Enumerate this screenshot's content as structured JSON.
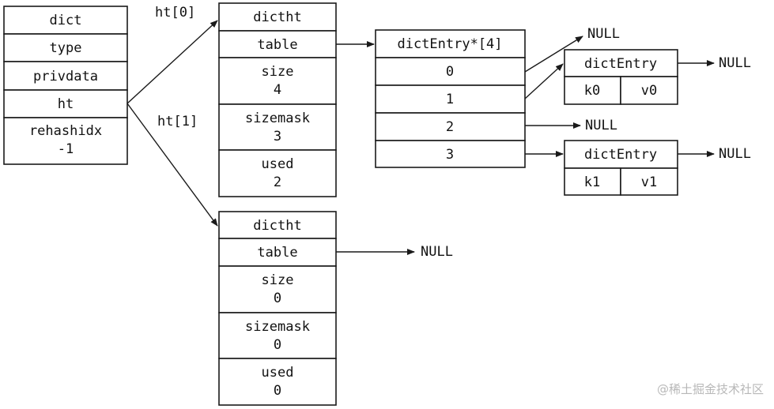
{
  "dict": {
    "title": "dict",
    "type": "type",
    "privdata": "privdata",
    "ht": "ht",
    "rehashidx_label": "rehashidx",
    "rehashidx_value": "-1"
  },
  "pointers": {
    "ht0": "ht[0]",
    "ht1": "ht[1]"
  },
  "ht0": {
    "title": "dictht",
    "table": "table",
    "size_label": "size",
    "size_value": "4",
    "sizemask_label": "sizemask",
    "sizemask_value": "3",
    "used_label": "used",
    "used_value": "2"
  },
  "ht1": {
    "title": "dictht",
    "table": "table",
    "size_label": "size",
    "size_value": "0",
    "sizemask_label": "sizemask",
    "sizemask_value": "0",
    "used_label": "used",
    "used_value": "0",
    "table_target": "NULL"
  },
  "table_array": {
    "title": "dictEntry*[4]",
    "slots": [
      "0",
      "1",
      "2",
      "3"
    ],
    "slot2_target": "NULL"
  },
  "entry0": {
    "title": "dictEntry",
    "key": "k0",
    "value": "v0",
    "next": "NULL",
    "above": "NULL"
  },
  "entry1": {
    "title": "dictEntry",
    "key": "k1",
    "value": "v1",
    "next": "NULL"
  },
  "watermark": "@稀土掘金技术社区"
}
